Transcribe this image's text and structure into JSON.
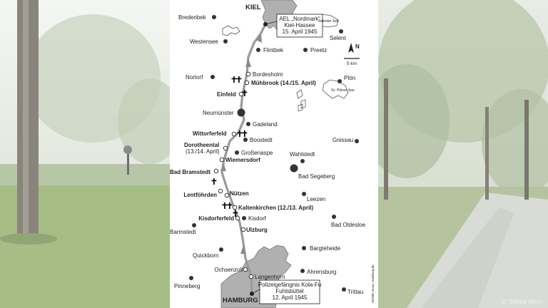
{
  "map": {
    "cities": {
      "kiel": "KIEL",
      "hamburg": "HAMBURG"
    },
    "callouts": {
      "kiel_camp": [
        "AEL „Nordmark“",
        "Kiel-Hassee",
        "15. April 1945"
      ],
      "fuhlsbuettel": [
        "Polizeigefängnis Kola-Fu",
        "Fuhlsbüttel",
        "12. April 1945"
      ]
    },
    "route_stations": [
      {
        "name": "Langenhorn",
        "bold": false
      },
      {
        "name": "Ochsenzoll",
        "bold": false
      },
      {
        "name": "Ulzburg",
        "bold": true
      },
      {
        "name": "Kisdorferfeld",
        "bold": true
      },
      {
        "name": "Kaltenkirchen (12./13. April)",
        "bold": true
      },
      {
        "name": "Nützen",
        "bold": true
      },
      {
        "name": "Lentföhrden",
        "bold": true
      },
      {
        "name": "Bad Bramstedt",
        "bold": true
      },
      {
        "name": "Wiemersdorf",
        "bold": true
      },
      {
        "name": "Dorotheental",
        "bold": true
      },
      {
        "name": "(13./14. April)",
        "bold": false
      },
      {
        "name": "Wittorferfeld",
        "bold": true
      },
      {
        "name": "Einfeld",
        "bold": true
      },
      {
        "name": "Mühbrook (14./15. April)",
        "bold": true
      },
      {
        "name": "Bordesholm",
        "bold": false
      }
    ],
    "places": [
      "Bredenbek",
      "Westensee",
      "Selent",
      "Flintbek",
      "Preetz",
      "Nortorf",
      "Plön",
      "Neumünster",
      "Gadeland",
      "Boostedt",
      "Gnissau",
      "Großenaspe",
      "Wahlstedt",
      "Bad Segeberg",
      "Leezen",
      "Kisdorf",
      "Bad Oldesloe",
      "Barmstedt",
      "Quickborn",
      "Bargteheide",
      "Ahrensburg",
      "Pinneberg",
      "Trittau"
    ],
    "lakes": [
      "Selenter See",
      "Gr. Plöner See"
    ],
    "scale": {
      "north": "N",
      "distance": "5 km"
    },
    "source": "SKMM: Nova, Hamburg.de"
  },
  "credit": "© Sönke Wurr"
}
